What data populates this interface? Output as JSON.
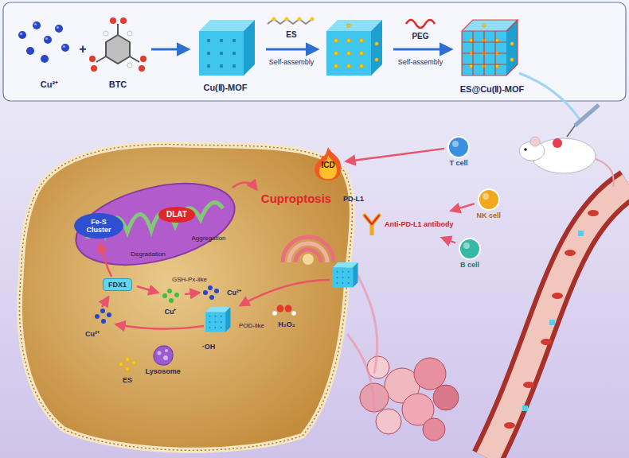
{
  "diagram": {
    "nodes": [
      {
        "text": [
          "DLAT"
        ]
      },
      {
        "text": [
          "Fe-S Cluster"
        ]
      },
      {
        "text": [
          "FDX1"
        ]
      },
      {
        "text": [
          "ICD"
        ]
      },
      {
        "text": [
          "T cell"
        ]
      },
      {
        "text": [
          "NK cell"
        ]
      },
      {
        "text": [
          "B cell"
        ]
      },
      {
        "text": [
          "Lysosome"
        ]
      },
      {
        "text": [
          "Anti-PD-L1 antibody"
        ]
      }
    ],
    "edges": [
      {
        "from": 4,
        "to": 3,
        "arrow": "to"
      },
      {
        "from": 5,
        "to": 8,
        "arrow": "to"
      },
      {
        "from": 6,
        "to": 8,
        "arrow": "to"
      }
    ],
    "labels": [
      "Cu²⁺",
      "+",
      "BTC",
      "Cu(Ⅱ)-MOF",
      "ES",
      "Self-assembly",
      "PEG",
      "Self-assembly",
      "ES@Cu(Ⅱ)-MOF",
      "Cuproptosis",
      "PD-L1",
      "Aggregation",
      "Degradation",
      "GSH-Px-like",
      "Cu⁺",
      "Cu²⁺",
      "Cu²⁺",
      "ES",
      "·OH",
      "POD-like",
      "H₂O₂"
    ]
  }
}
